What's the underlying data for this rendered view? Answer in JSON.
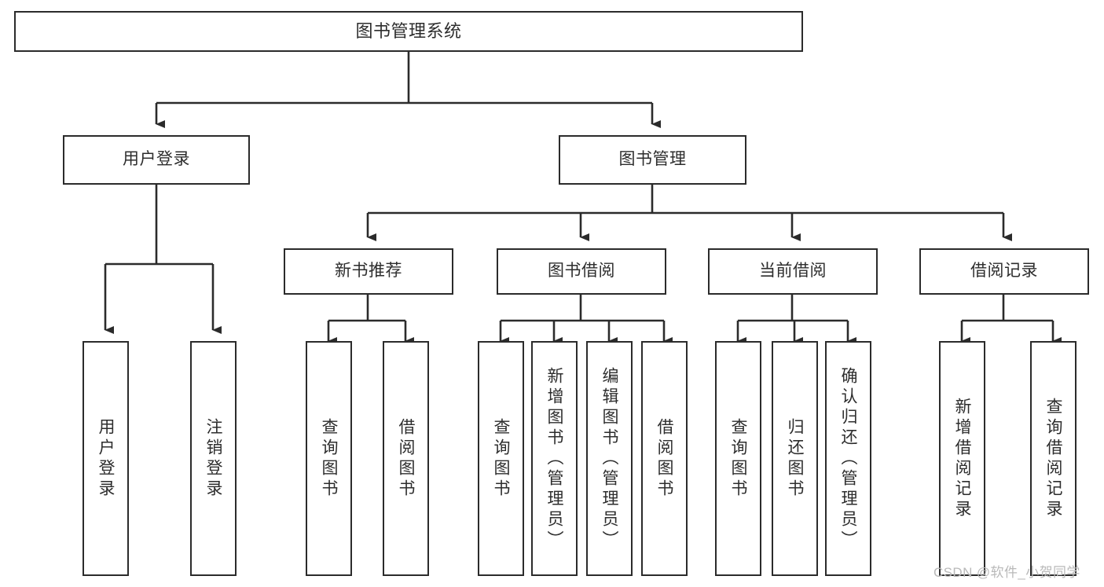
{
  "diagram": {
    "title": "图书管理系统",
    "type": "tree",
    "watermark": "CSDN @软件_小贺同学",
    "colors": {
      "background": "#ffffff",
      "line": "#2b2b2b",
      "text": "#2d2d2d",
      "watermark": "#b9b9b9"
    },
    "nodes": {
      "root": {
        "label": "图书管理系统"
      },
      "level2": [
        {
          "label": "用户登录"
        },
        {
          "label": "图书管理"
        }
      ],
      "level3": [
        {
          "label": "新书推荐"
        },
        {
          "label": "图书借阅"
        },
        {
          "label": "当前借阅"
        },
        {
          "label": "借阅记录"
        }
      ],
      "leaves": {
        "user_login": [
          {
            "label": "用户登录"
          },
          {
            "label": "注销登录"
          }
        ],
        "new_book_recommend": [
          {
            "label": "查询图书"
          },
          {
            "label": "借阅图书"
          }
        ],
        "book_borrow": [
          {
            "label": "查询图书"
          },
          {
            "label": "新增图书（管理员）"
          },
          {
            "label": "编辑图书（管理员）"
          },
          {
            "label": "借阅图书"
          }
        ],
        "current_borrow": [
          {
            "label": "查询图书"
          },
          {
            "label": "归还图书"
          },
          {
            "label": "确认归还（管理员）"
          }
        ],
        "borrow_record": [
          {
            "label": "新增借阅记录"
          },
          {
            "label": "查询借阅记录"
          }
        ]
      }
    }
  }
}
